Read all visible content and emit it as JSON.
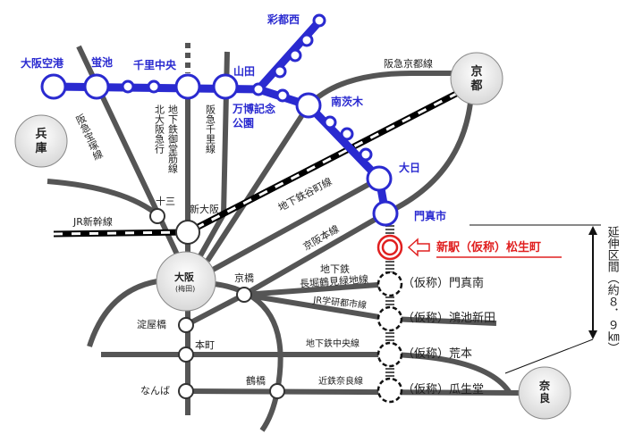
{
  "title": "大阪モノレール延伸区間 路線図",
  "monorail_stations": {
    "osaka_airport": "大阪空港",
    "hotarugaike": "蛍池",
    "senri_chuo": "千里中央",
    "yamada": "山田",
    "banpaku_1": "万博記念",
    "banpaku_2": "公園",
    "saito_nishi": "彩都西",
    "minami_ibaraki": "南茨木",
    "dainichi": "大日",
    "kadoma_shi": "門真市"
  },
  "new_station": {
    "label": "新駅（仮称）松生町",
    "color": "#e02020"
  },
  "planned_stations": [
    "（仮称）門真南",
    "（仮称）鴻池新田",
    "（仮称）荒本",
    "（仮称）瓜生堂"
  ],
  "extension_label": "延伸区間（約８．９㎞）",
  "regions": {
    "hyogo": [
      "兵",
      "庫"
    ],
    "kyoto": [
      "京",
      "都"
    ],
    "nara": [
      "奈",
      "良"
    ]
  },
  "osaka": {
    "name": "大阪",
    "sub": "(梅田)"
  },
  "stations": {
    "juso": "十三",
    "shin_osaka": "新大阪",
    "kyobashi": "京橋",
    "yodoyabashi": "淀屋橋",
    "honmachi": "本町",
    "namba": "なんば",
    "tsuruhashi": "鶴橋"
  },
  "lines": {
    "takarazuka": "阪急宝塚線",
    "midosuji_1": "北大阪急行",
    "midosuji_2": "地下鉄御堂筋線",
    "senri": "阪急千里線",
    "kyoto": "阪急京都線",
    "shinkansen": "JR新幹線",
    "tanimachi": "地下鉄谷町線",
    "keihan": "京阪本線",
    "nagahori_1": "地下鉄",
    "nagahori_2": "長堀鶴見緑地線",
    "gakken": "JR学研都市線",
    "chuo": "地下鉄中央線",
    "kintetsu": "近鉄奈良線"
  },
  "colors": {
    "monorail": "#2a2ad0",
    "line": "#555555",
    "new": "#e02020"
  }
}
